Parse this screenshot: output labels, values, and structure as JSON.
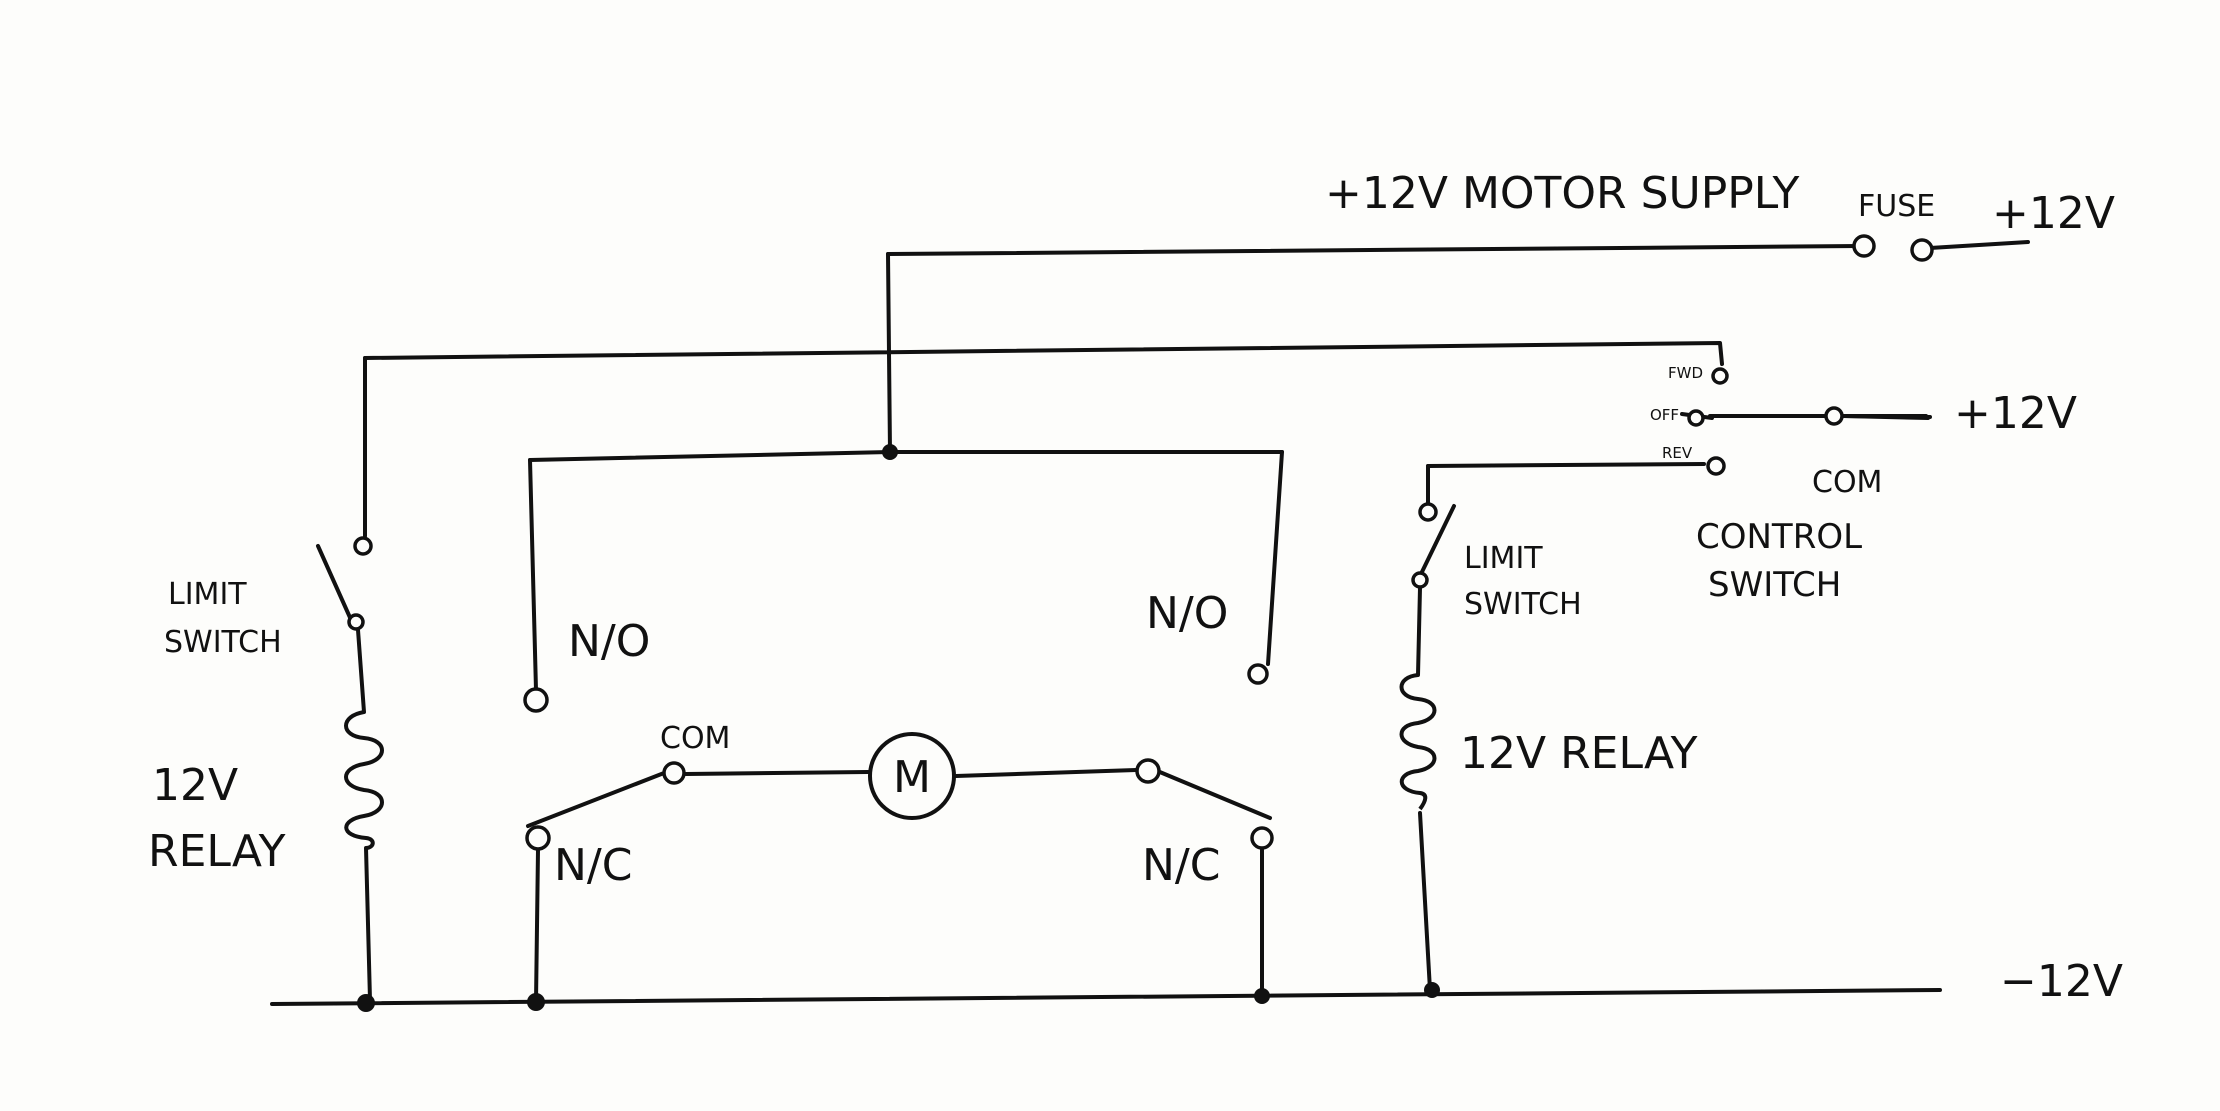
{
  "labels": {
    "motor_supply": "+12V MOTOR SUPPLY",
    "fuse": "FUSE",
    "supply_top": "+12V",
    "supply_ctrl": "+12V",
    "ground": "−12V",
    "fwd": "FWD",
    "off": "OFF",
    "rev": "REV",
    "com_ctrl": "COM",
    "control_switch_1": "CONTROL",
    "control_switch_2": "SWITCH",
    "limit_left_1": "LIMIT",
    "limit_left_2": "SWITCH",
    "relay_left_1": "12V",
    "relay_left_2": "RELAY",
    "limit_right_1": "LIMIT",
    "limit_right_2": "SWITCH",
    "relay_right": "12V RELAY",
    "no_left": "N/O",
    "no_right": "N/O",
    "nc_left": "N/C",
    "nc_right": "N/C",
    "com_left": "COM",
    "motor": "M"
  }
}
